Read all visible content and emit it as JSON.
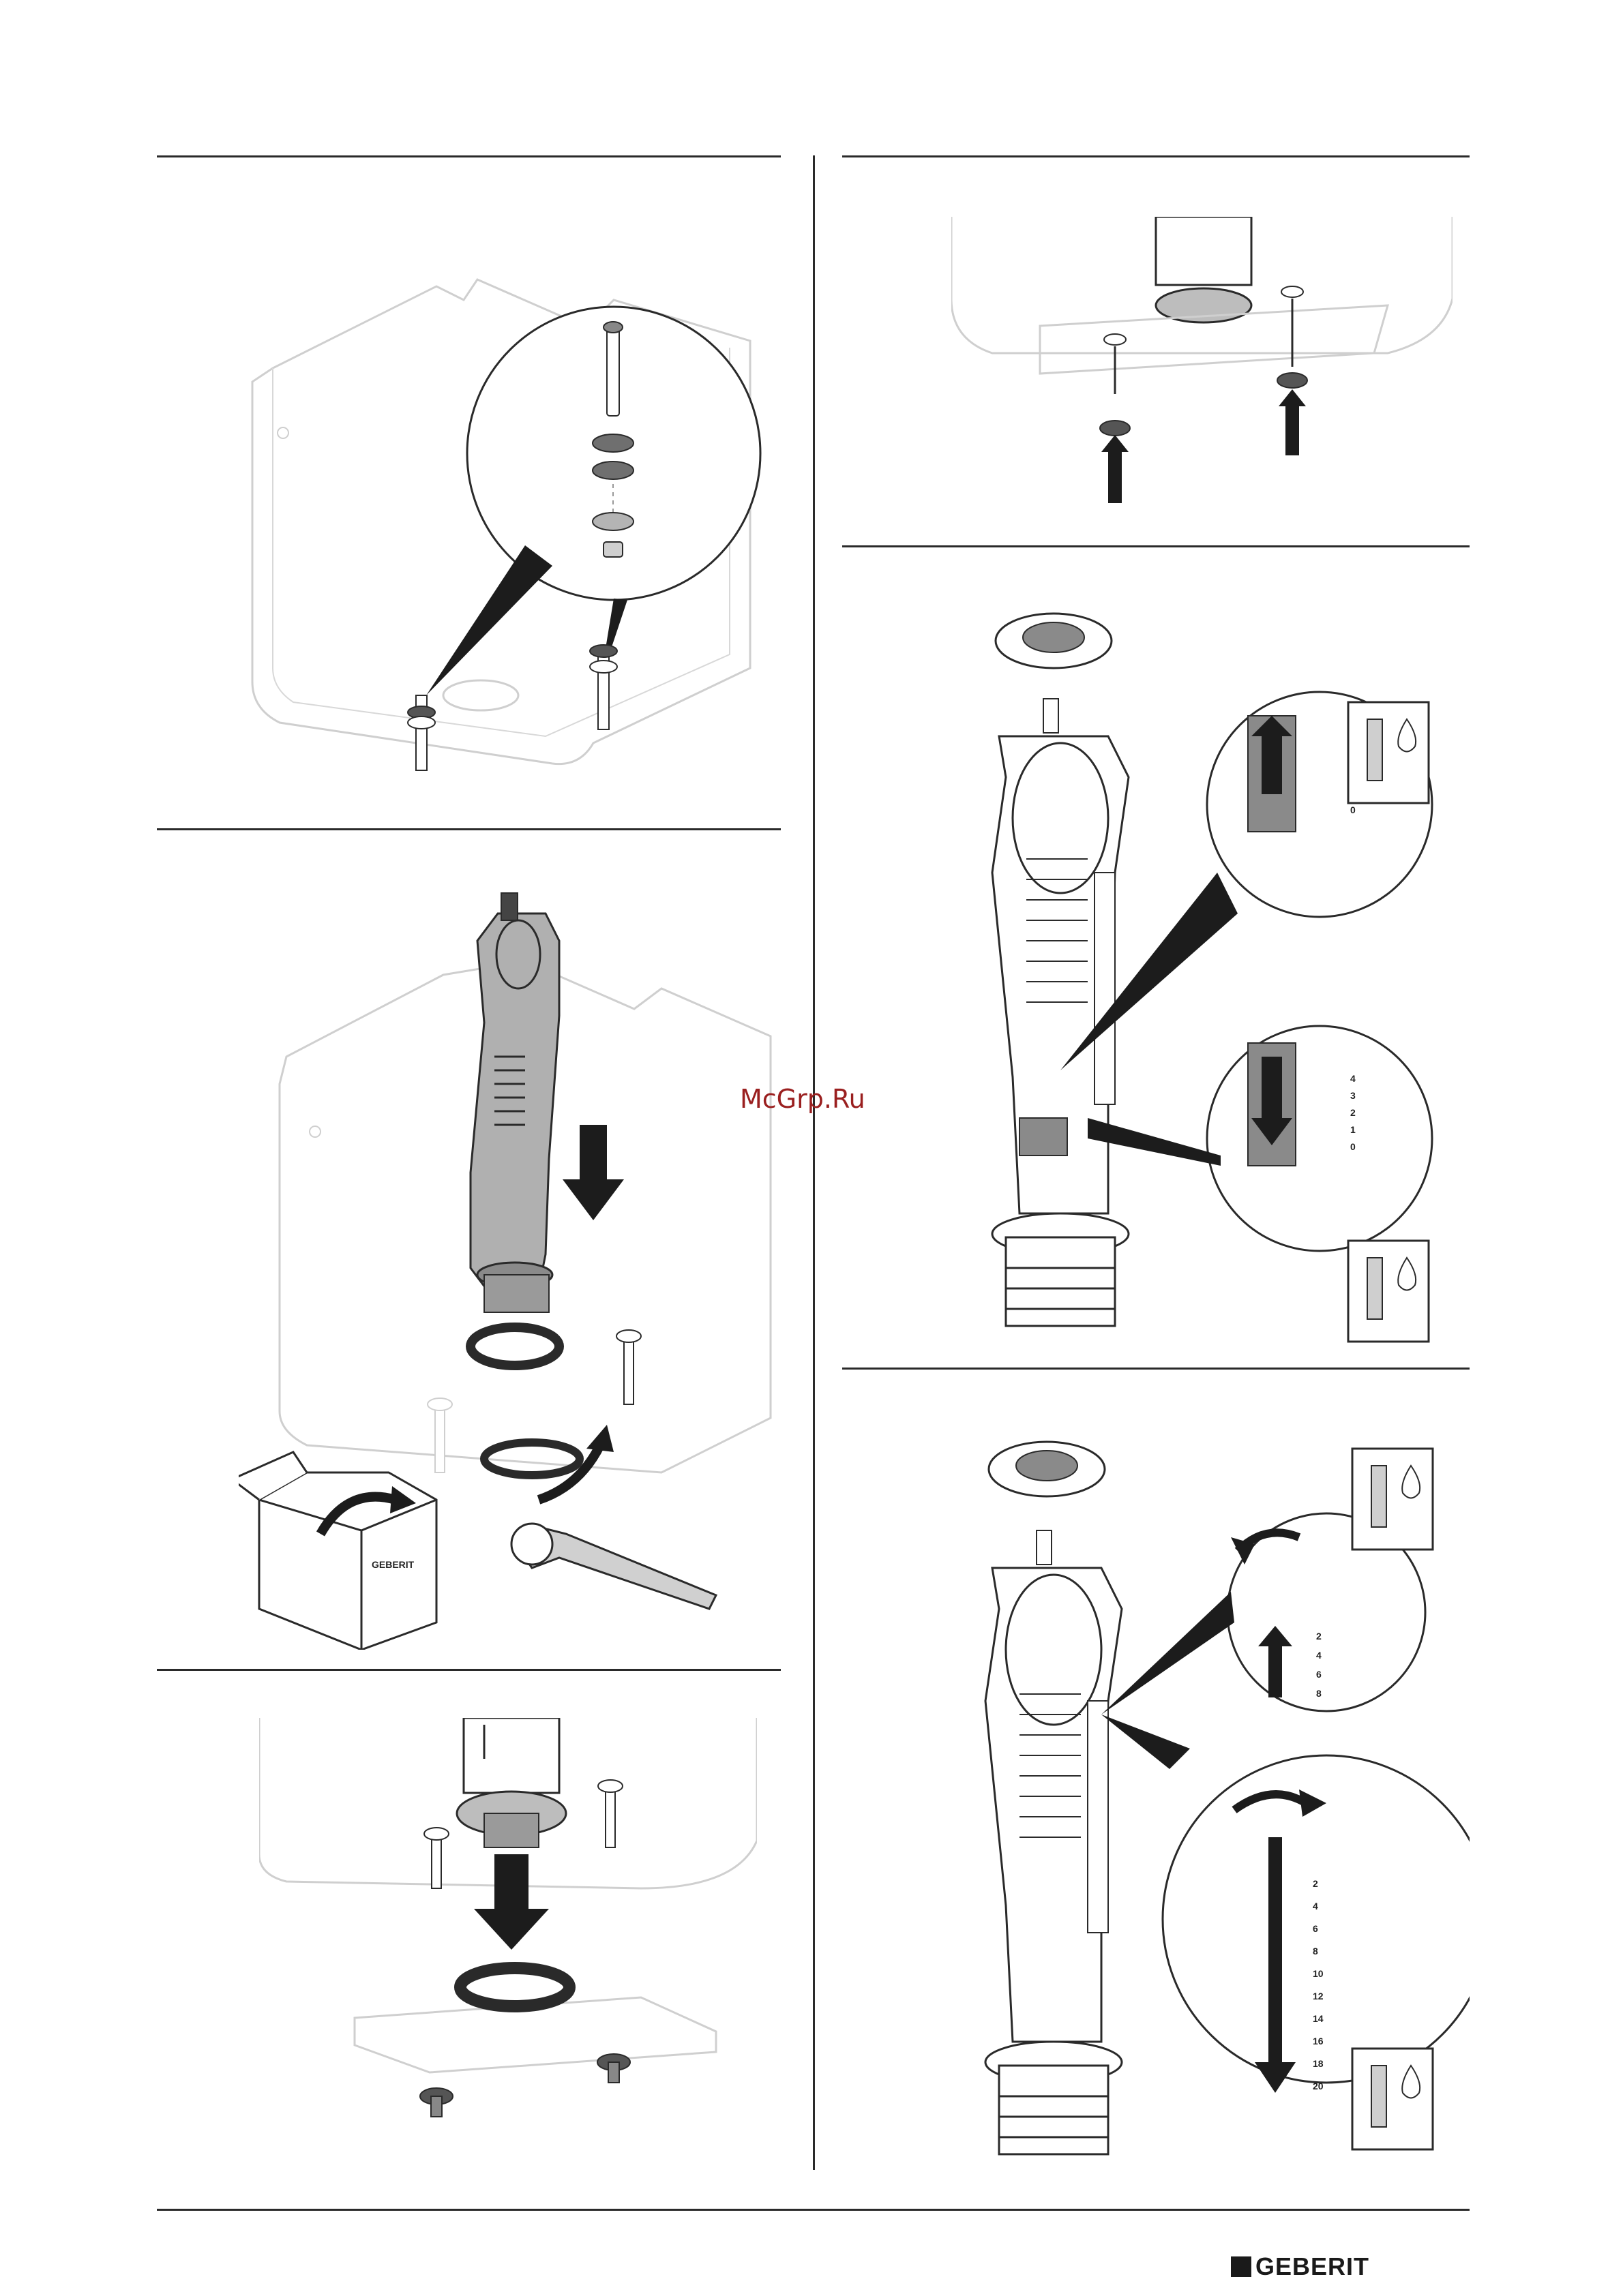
{
  "watermark": {
    "text": "McGrp.Ru"
  },
  "brand": {
    "name": "GEBERIT",
    "color": "#1a1a1a"
  },
  "box_label": "GEBERIT",
  "scale_small": [
    "4",
    "3",
    "2",
    "1",
    "0"
  ],
  "scale_large": [
    "2",
    "4",
    "6",
    "8",
    "10",
    "12",
    "14",
    "16",
    "18",
    "20"
  ],
  "icons": [
    "toilet-full-flush-icon",
    "toilet-partial-flush-icon",
    "water-drop-icon",
    "arrow-up-icon",
    "arrow-down-icon",
    "rotate-arrow-icon"
  ],
  "colors": {
    "line": "#2a2a2a",
    "ghost": "#cfcfcf",
    "gray_part": "#8a8a8a",
    "accent": "#9a1f1f"
  }
}
